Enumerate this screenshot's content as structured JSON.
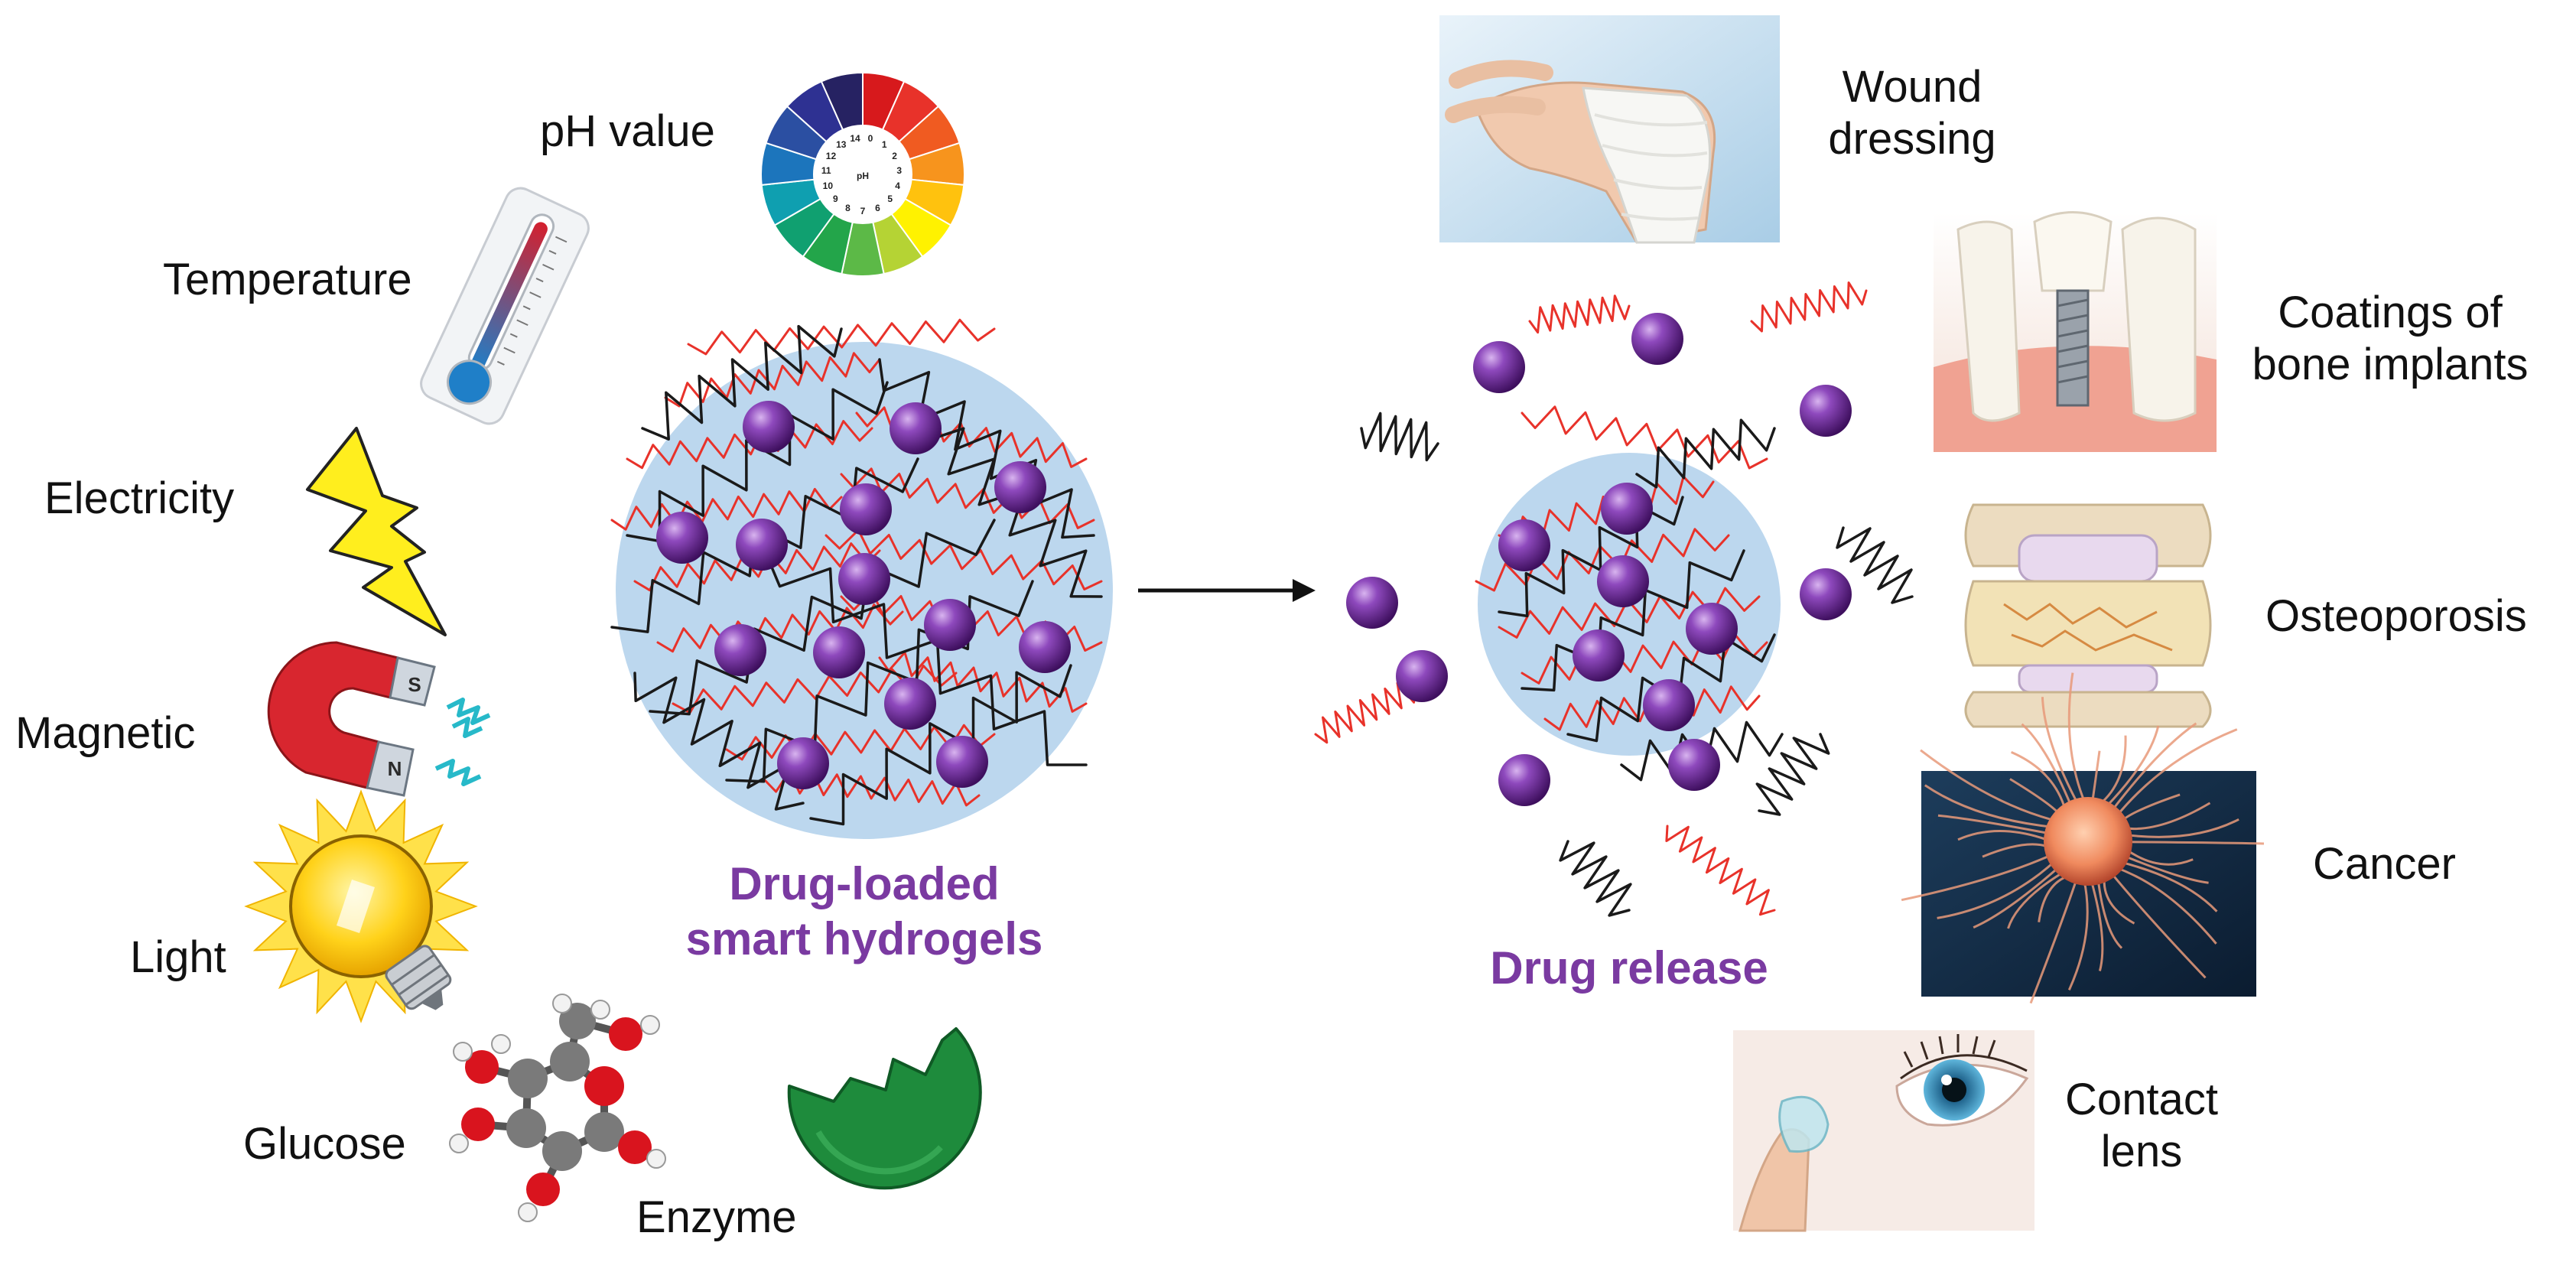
{
  "stimuli": {
    "ph_value": "pH value",
    "ph_wheel_center": "pH",
    "ph_wheel_numbers": [
      "0",
      "1",
      "2",
      "3",
      "4",
      "5",
      "6",
      "7",
      "8",
      "9",
      "10",
      "11",
      "12",
      "13",
      "14"
    ],
    "temperature": "Temperature",
    "electricity": "Electricity",
    "magnetic": "Magnetic",
    "magnet_poles": [
      "S",
      "N"
    ],
    "light": "Light",
    "glucose": "Glucose",
    "enzyme": "Enzyme"
  },
  "hydrogel": {
    "title_line1": "Drug-loaded",
    "title_line2": "smart hydrogels"
  },
  "release": {
    "title": "Drug release"
  },
  "applications": {
    "wound_line1": "Wound",
    "wound_line2": "dressing",
    "coatings_line1": "Coatings of",
    "coatings_line2": "bone implants",
    "osteoporosis": "Osteoporosis",
    "cancer": "Cancer",
    "contact_line1": "Contact",
    "contact_line2": "lens"
  },
  "colors": {
    "drug_sphere": "#7b3aa8",
    "gel_circle": "#bcd7ee",
    "polymer_red": "#e8322a",
    "polymer_black": "#1a1a1a",
    "title_purple": "#7a3aa1",
    "enzyme_green": "#1f8a3a"
  }
}
